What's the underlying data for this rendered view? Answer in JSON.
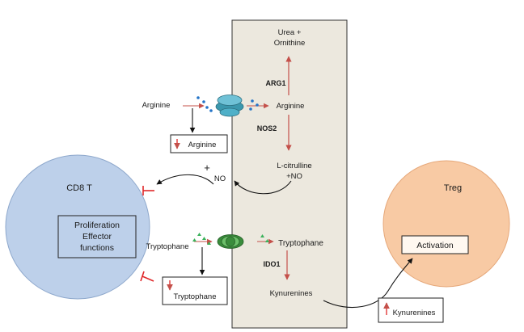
{
  "cell": {
    "label": "Urea +",
    "label_line2": "Ornithine",
    "arg1": "ARG1",
    "arginine": "Arginine",
    "nos2": "NOS2",
    "citrulline": "L-citrulline",
    "no_plus": "+NO",
    "tryptophane": "Tryptophane",
    "ido1": "IDO1",
    "kynurenines": "Kynurenines"
  },
  "outside": {
    "arginine_in": "Arginine",
    "arginine_box": "Arginine",
    "plus_sign": "+",
    "no_label": "NO",
    "tryptophane_in": "Tryptophane",
    "tryptophane_box": "Tryptophane",
    "kynurenines_box": "Kynurenines"
  },
  "cd8": {
    "title": "CD8 T",
    "box_line1": "Proliferation",
    "box_line2": "Effector",
    "box_line3": "functions"
  },
  "treg": {
    "title": "Treg",
    "box": "Activation"
  },
  "colors": {
    "panel_fill": "#ece8de",
    "cd8_fill": "#bdd0ea",
    "treg_fill": "#f8caa4",
    "arrow_red": "#c4504a",
    "inhibit_red": "#e0282a",
    "dot_blue": "#2474c8",
    "dot_green": "#3ab15a",
    "transporter_blue": "#4fb0c8",
    "transporter_green": "#3a8c3c"
  }
}
